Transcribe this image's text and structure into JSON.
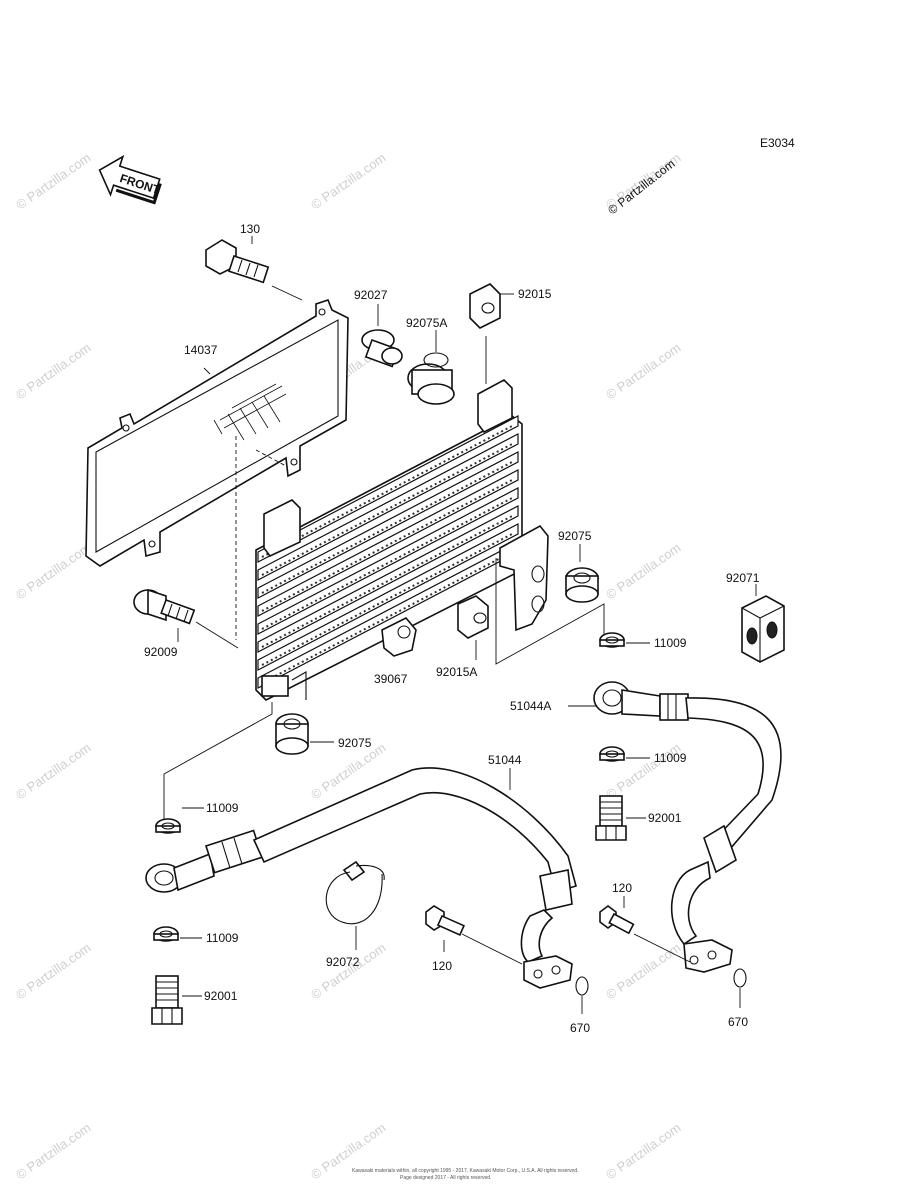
{
  "diagram": {
    "code": "E3034",
    "front_label": "FRONT",
    "copyright_line_1": "Kawasaki materials within, all copyright 1995 - 2017, Kawasaki Motor Corp., U.S.A. All rights reserved.",
    "copyright_line_2": "Page designed 2017 - All rights reserved.",
    "watermark_main": "© Partzilla.com",
    "watermark_tile": "© Partzilla.com"
  },
  "callouts": [
    {
      "id": "130",
      "text": "130"
    },
    {
      "id": "92027",
      "text": "92027"
    },
    {
      "id": "92015",
      "text": "92015"
    },
    {
      "id": "14037",
      "text": "14037"
    },
    {
      "id": "92075A",
      "text": "92075A"
    },
    {
      "id": "92075-right",
      "text": "92075"
    },
    {
      "id": "92071",
      "text": "92071"
    },
    {
      "id": "92009",
      "text": "92009"
    },
    {
      "id": "39067",
      "text": "39067"
    },
    {
      "id": "92015A",
      "text": "92015A"
    },
    {
      "id": "11009-a",
      "text": "11009"
    },
    {
      "id": "51044A",
      "text": "51044A"
    },
    {
      "id": "92075-lower",
      "text": "92075"
    },
    {
      "id": "51044",
      "text": "51044"
    },
    {
      "id": "11009-b",
      "text": "11009"
    },
    {
      "id": "11009-c",
      "text": "11009"
    },
    {
      "id": "92001-a",
      "text": "92001"
    },
    {
      "id": "120-a",
      "text": "120"
    },
    {
      "id": "11009-d",
      "text": "11009"
    },
    {
      "id": "92072",
      "text": "92072"
    },
    {
      "id": "120-b",
      "text": "120"
    },
    {
      "id": "92001-b",
      "text": "92001"
    },
    {
      "id": "670-a",
      "text": "670"
    },
    {
      "id": "670-b",
      "text": "670"
    }
  ]
}
